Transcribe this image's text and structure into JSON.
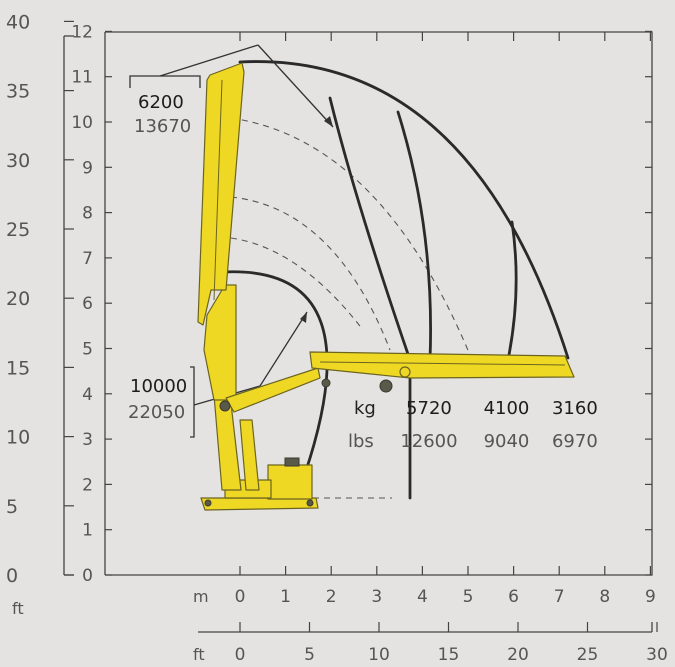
{
  "chart_data": {
    "type": "diagram",
    "description_units": {
      "left_outer_axis_unit": "ft",
      "left_inner_axis_unit": "m",
      "bottom_axis_m_unit": "m",
      "bottom_axis_ft_unit": "ft"
    },
    "left_ft_ticks": [
      "0",
      "5",
      "10",
      "15",
      "20",
      "25",
      "30",
      "35",
      "40"
    ],
    "left_m_ticks": [
      "0",
      "1",
      "2",
      "3",
      "4",
      "5",
      "6",
      "7",
      "8",
      "9",
      "10",
      "11",
      "12"
    ],
    "bottom_m_ticks": [
      "0",
      "1",
      "2",
      "3",
      "4",
      "5",
      "6",
      "7",
      "8",
      "9"
    ],
    "bottom_ft_ticks": [
      "0",
      "5",
      "10",
      "15",
      "20",
      "25",
      "30"
    ],
    "capacities": [
      {
        "name": "boom-tip-capacity",
        "kg": "6200",
        "lbs": "13670"
      },
      {
        "name": "base-capacity",
        "kg": "10000",
        "lbs": "22050"
      }
    ],
    "reach_table": {
      "kg_label": "kg",
      "lbs_label": "lbs",
      "points": [
        {
          "reach_m": 4.1,
          "kg": "5720",
          "lbs": "12600"
        },
        {
          "reach_m": 5.8,
          "kg": "4100",
          "lbs": "9040"
        },
        {
          "reach_m": 7.3,
          "kg": "3160",
          "lbs": "6970"
        }
      ]
    }
  },
  "colors": {
    "background": "#e4e3e1",
    "crane_yellow": "#efd823",
    "curve": "#2a2a2a"
  }
}
